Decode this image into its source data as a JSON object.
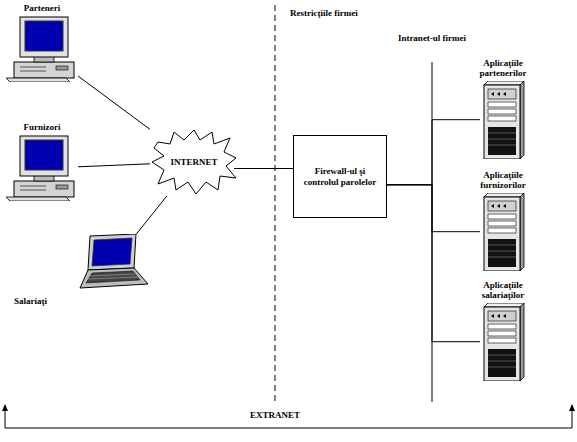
{
  "diagram": {
    "nodes": [
      {
        "text": [
          "Parteneri"
        ]
      },
      {
        "text": [
          "Furnizori"
        ]
      },
      {
        "text": [
          "Salariaţi"
        ]
      },
      {
        "text": [
          "INTERNET"
        ]
      },
      {
        "text": [
          "Firewall-ul şi controlul parolelor"
        ]
      },
      {
        "text": [
          "Aplicaţiile partenerilor"
        ]
      },
      {
        "text": [
          "Aplicaţiile furnizorilor"
        ]
      },
      {
        "text": [
          "Aplicaţiile salariaţilor"
        ]
      }
    ],
    "edges": [
      {
        "from": 0,
        "to": 3,
        "arrow": "none"
      },
      {
        "from": 1,
        "to": 3,
        "arrow": "none"
      },
      {
        "from": 2,
        "to": 3,
        "arrow": "none"
      },
      {
        "from": 3,
        "to": 4,
        "arrow": "none"
      },
      {
        "from": 4,
        "to": 5,
        "arrow": "none"
      },
      {
        "from": 4,
        "to": 6,
        "arrow": "none"
      },
      {
        "from": 4,
        "to": 7,
        "arrow": "none"
      }
    ],
    "labels": [
      "Restricţiile firmei",
      "Intranet-ul firmei",
      "EXTRANET"
    ]
  }
}
